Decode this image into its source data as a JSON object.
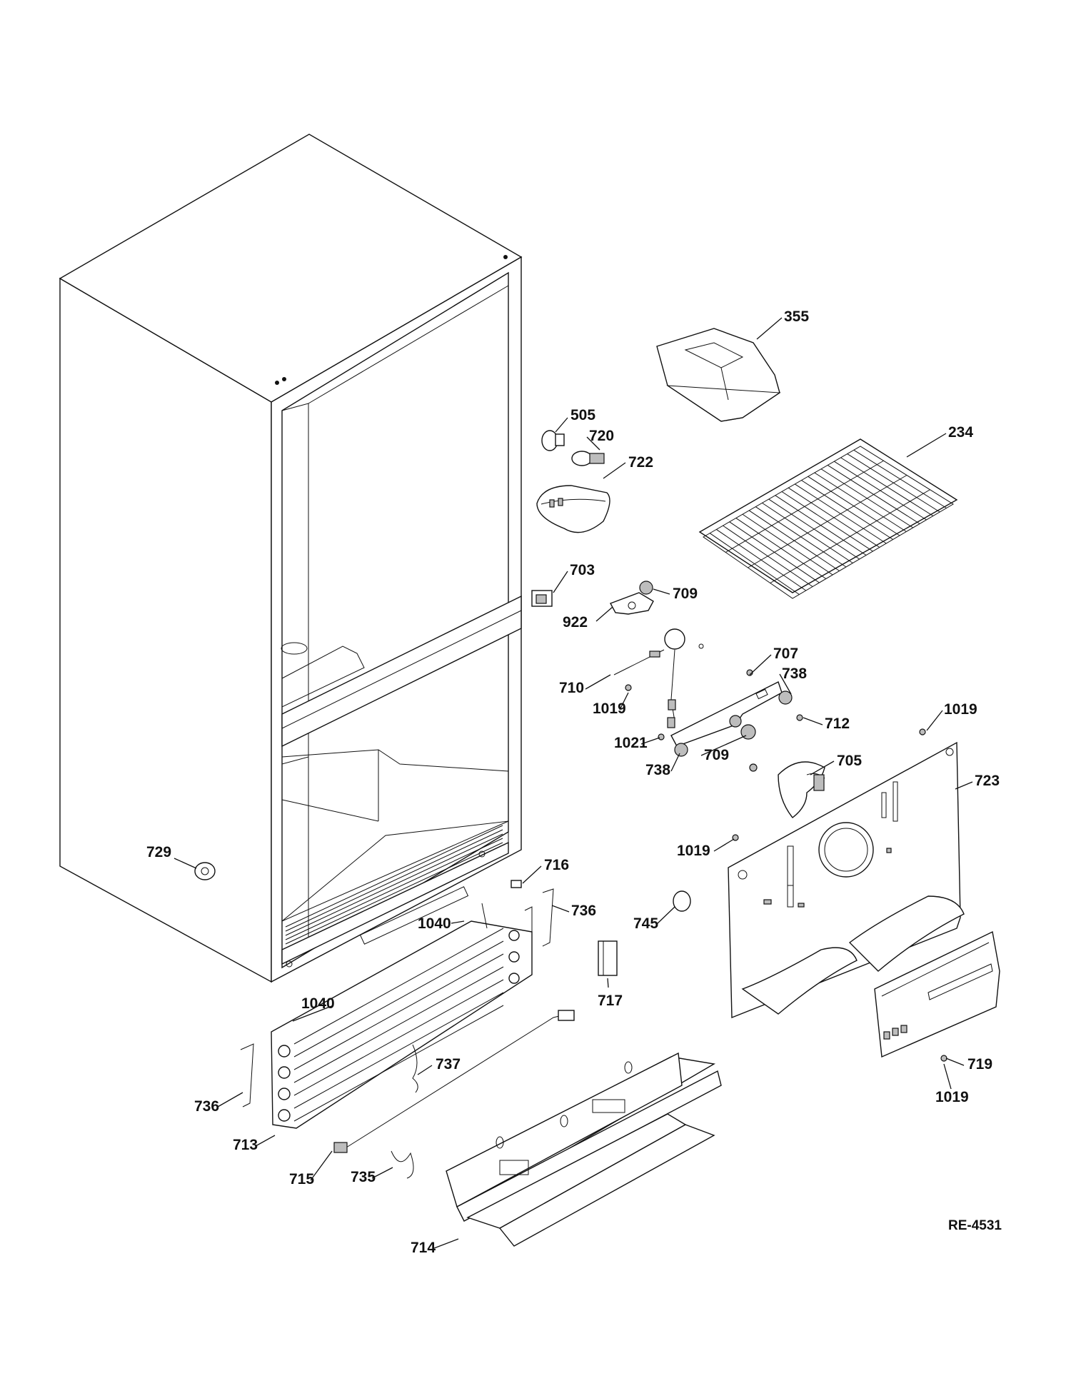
{
  "figure_ref": "RE-4531",
  "callouts": [
    {
      "id": "c355",
      "label": "355"
    },
    {
      "id": "c234",
      "label": "234"
    },
    {
      "id": "c505",
      "label": "505"
    },
    {
      "id": "c720",
      "label": "720"
    },
    {
      "id": "c722",
      "label": "722"
    },
    {
      "id": "c703",
      "label": "703"
    },
    {
      "id": "c922",
      "label": "922"
    },
    {
      "id": "c709a",
      "label": "709"
    },
    {
      "id": "c707",
      "label": "707"
    },
    {
      "id": "c710",
      "label": "710"
    },
    {
      "id": "c1019a",
      "label": "1019"
    },
    {
      "id": "c738a",
      "label": "738"
    },
    {
      "id": "c1021",
      "label": "1021"
    },
    {
      "id": "c712",
      "label": "712"
    },
    {
      "id": "c1019b",
      "label": "1019"
    },
    {
      "id": "c738b",
      "label": "738"
    },
    {
      "id": "c709b",
      "label": "709"
    },
    {
      "id": "c705",
      "label": "705"
    },
    {
      "id": "c723",
      "label": "723"
    },
    {
      "id": "c1019c",
      "label": "1019"
    },
    {
      "id": "c729",
      "label": "729"
    },
    {
      "id": "c716",
      "label": "716"
    },
    {
      "id": "c1040a",
      "label": "1040"
    },
    {
      "id": "c736a",
      "label": "736"
    },
    {
      "id": "c745",
      "label": "745"
    },
    {
      "id": "c717",
      "label": "717"
    },
    {
      "id": "c1040b",
      "label": "1040"
    },
    {
      "id": "c737",
      "label": "737"
    },
    {
      "id": "c736b",
      "label": "736"
    },
    {
      "id": "c713",
      "label": "713"
    },
    {
      "id": "c715",
      "label": "715"
    },
    {
      "id": "c735",
      "label": "735"
    },
    {
      "id": "c714",
      "label": "714"
    },
    {
      "id": "c719",
      "label": "719"
    },
    {
      "id": "c1019d",
      "label": "1019"
    }
  ]
}
